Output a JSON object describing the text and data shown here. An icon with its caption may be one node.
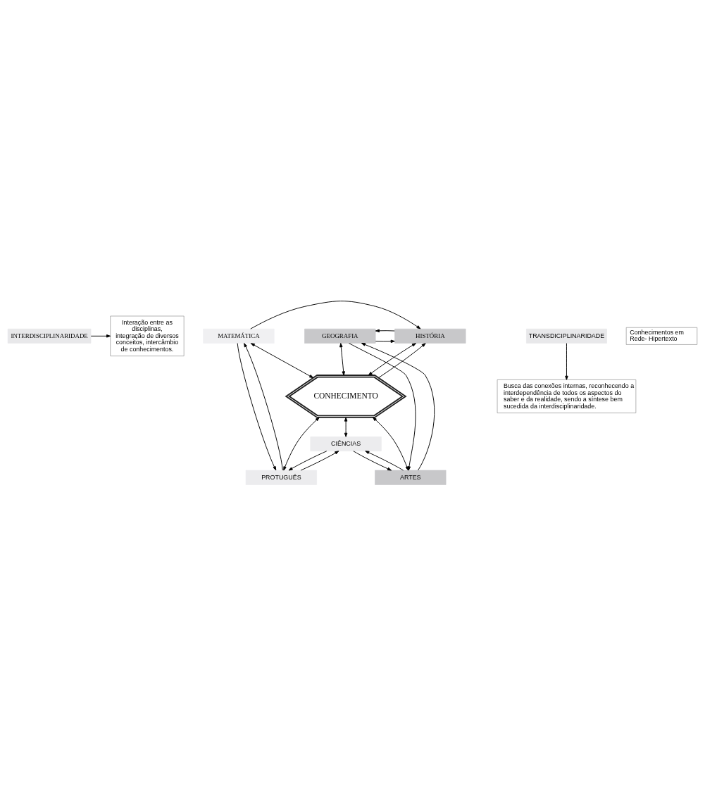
{
  "diagram": {
    "nodes": [
      {
        "text": [
          "Interação entre as disciplinas, integração de diversos conceitos, intercâmbio de conhecimentos."
        ]
      },
      {
        "text": [
          "INTERDISCIPLINARIDADE"
        ]
      },
      {
        "text": [
          "GEOGRAFIA"
        ]
      },
      {
        "text": [
          "HISTÓRIA"
        ]
      },
      {
        "text": [
          "MATEMÁTICA"
        ]
      },
      {
        "text": [
          "CONHECIMENTO"
        ]
      },
      {
        "text": [
          "ARTES"
        ]
      },
      {
        "text": [
          "CIÊNCIAS"
        ]
      },
      {
        "text": [
          "PROTUGUÊS"
        ]
      },
      {
        "text": [
          "TRANSDICIPLINARIDADE"
        ]
      },
      {
        "text": [
          "Busca das conexões internas, reconhecendo a interdependência de todos os aspectos do saber e da realidade, sendo a síntese bem sucedida da interdisciplinaridade."
        ]
      },
      {
        "text": [
          "Conhecimentos em Rede- Hipertexto"
        ]
      }
    ],
    "edges": [
      {
        "from": 1,
        "to": 0,
        "arrow": "to"
      },
      {
        "from": 6,
        "to": 2,
        "arrow": "to"
      },
      {
        "from": 2,
        "to": 6,
        "arrow": "to"
      },
      {
        "from": 2,
        "to": 5,
        "arrow": "both"
      },
      {
        "from": 2,
        "to": 3,
        "arrow": "to"
      },
      {
        "from": 3,
        "to": 2,
        "arrow": "to"
      },
      {
        "from": 3,
        "to": 5,
        "arrow": "both"
      },
      {
        "from": 4,
        "to": 3,
        "arrow": "to"
      },
      {
        "from": 5,
        "to": 3,
        "arrow": "to"
      },
      {
        "from": 4,
        "to": 5,
        "arrow": "both"
      },
      {
        "from": 4,
        "to": 8,
        "arrow": "to"
      },
      {
        "from": 8,
        "to": 4,
        "arrow": "to"
      },
      {
        "from": 5,
        "to": 8,
        "arrow": "both"
      },
      {
        "from": 5,
        "to": 6,
        "arrow": "both"
      },
      {
        "from": 5,
        "to": 7,
        "arrow": "both"
      },
      {
        "from": 8,
        "to": 7,
        "arrow": "to"
      },
      {
        "from": 7,
        "to": 8,
        "arrow": "to"
      },
      {
        "from": 7,
        "to": 6,
        "arrow": "to"
      },
      {
        "from": 6,
        "to": 7,
        "arrow": "to"
      },
      {
        "from": 9,
        "to": 10,
        "arrow": "to"
      }
    ]
  }
}
